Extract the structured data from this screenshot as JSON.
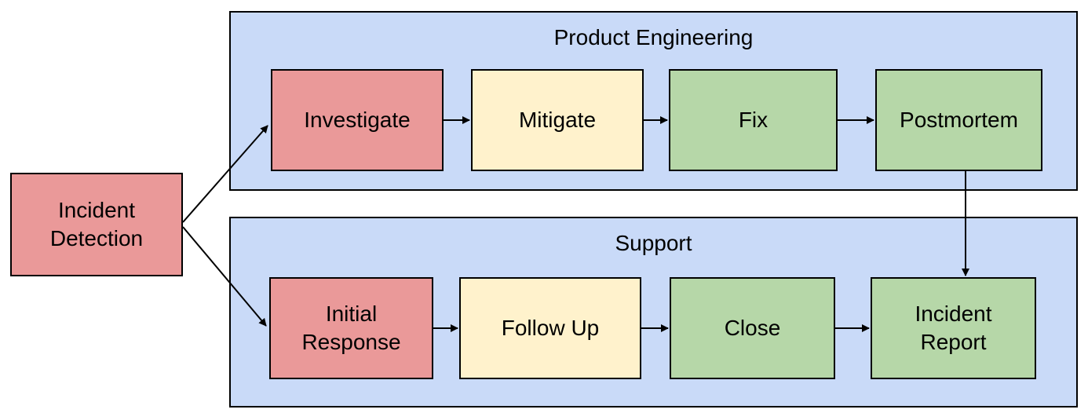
{
  "colors": {
    "canvas_bg": "#ffffff",
    "lane_fill": "#c9daf8",
    "node_red": "#ea9999",
    "node_yellow": "#fff2cc",
    "node_green": "#b6d7a8",
    "stroke": "#000000",
    "text": "#000000"
  },
  "start_node": {
    "label": "Incident Detection",
    "color": "red"
  },
  "lanes": [
    {
      "title": "Product Engineering",
      "nodes": [
        {
          "label": "Investigate",
          "color": "red"
        },
        {
          "label": "Mitigate",
          "color": "yellow"
        },
        {
          "label": "Fix",
          "color": "green"
        },
        {
          "label": "Postmortem",
          "color": "green"
        }
      ]
    },
    {
      "title": "Support",
      "nodes": [
        {
          "label": "Initial Response",
          "color": "red"
        },
        {
          "label": "Follow Up",
          "color": "yellow"
        },
        {
          "label": "Close",
          "color": "green"
        },
        {
          "label": "Incident Report",
          "color": "green"
        }
      ]
    }
  ],
  "edges": [
    {
      "from": "Incident Detection",
      "to": "Investigate"
    },
    {
      "from": "Incident Detection",
      "to": "Initial Response"
    },
    {
      "from": "Investigate",
      "to": "Mitigate"
    },
    {
      "from": "Mitigate",
      "to": "Fix"
    },
    {
      "from": "Fix",
      "to": "Postmortem"
    },
    {
      "from": "Postmortem",
      "to": "Incident Report"
    },
    {
      "from": "Initial Response",
      "to": "Follow Up"
    },
    {
      "from": "Follow Up",
      "to": "Close"
    },
    {
      "from": "Close",
      "to": "Incident Report"
    }
  ]
}
